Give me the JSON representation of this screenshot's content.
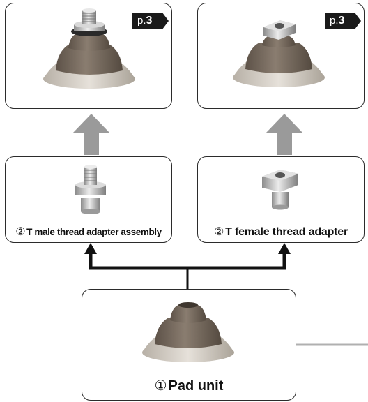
{
  "cards": {
    "top_left": {
      "page_prefix": "p.",
      "page_num": "3"
    },
    "top_right": {
      "page_prefix": "p.",
      "page_num": "3"
    },
    "middle_left": {
      "num": "②",
      "label": "T male thread adapter assembly"
    },
    "middle_right": {
      "num": "②",
      "label": "T female thread adapter"
    },
    "bottom": {
      "num": "①",
      "label": "Pad unit"
    }
  },
  "colors": {
    "rubber": "#7a6e62",
    "metal": "#c9c9c9",
    "gray_arrow": "#9a9a9a",
    "black_arrow": "#111111",
    "border": "#2b2b2b"
  }
}
